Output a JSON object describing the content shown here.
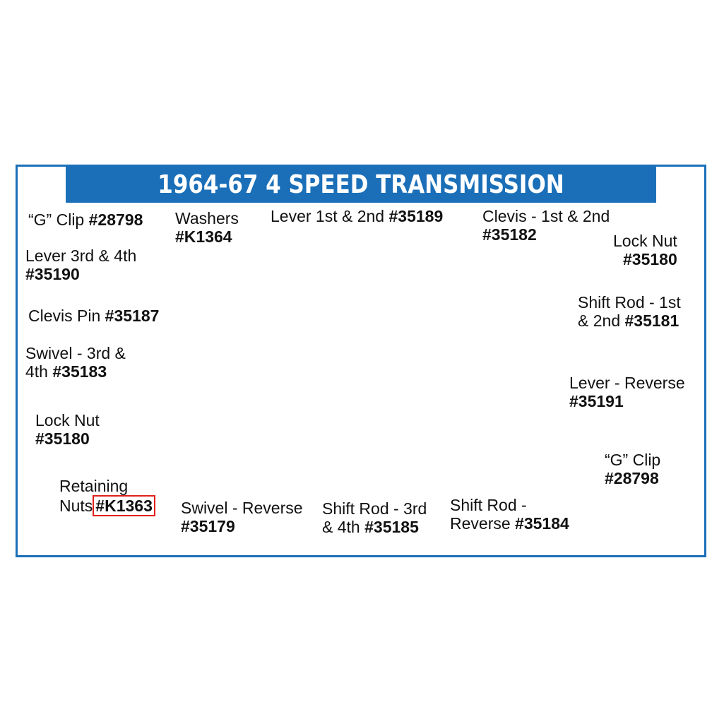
{
  "banner": {
    "title": "1964-67 4 SPEED TRANSMISSION"
  },
  "colors": {
    "accent": "#1a6fb8",
    "highlight": "#e0201b"
  },
  "labels": {
    "g_clip_top": {
      "text": "“G” Clip",
      "num": "#28798"
    },
    "washers": {
      "text": "Washers",
      "num": "#K1364"
    },
    "lever_1st_2nd": {
      "text": "Lever 1st & 2nd",
      "num": "#35189"
    },
    "clevis_1st_2nd": {
      "text": "Clevis - 1st & 2nd",
      "num": "#35182"
    },
    "lock_nut_top": {
      "text": "Lock Nut",
      "num": "#35180"
    },
    "lever_3rd_4th": {
      "text": "Lever 3rd & 4th",
      "num": "#35190"
    },
    "shift_rod_1st_2nd": {
      "line1": "Shift Rod - 1st",
      "line2": "& 2nd",
      "num": "#35181"
    },
    "clevis_pin": {
      "text": "Clevis Pin",
      "num": "#35187"
    },
    "swivel_3rd_4th": {
      "line1": "Swivel - 3rd &",
      "line2": "4th",
      "num": "#35183"
    },
    "lever_reverse": {
      "text": "Lever - Reverse",
      "num": "#35191"
    },
    "lock_nut_left": {
      "text": "Lock Nut",
      "num": "#35180"
    },
    "g_clip_right": {
      "text": "“G” Clip",
      "num": "#28798"
    },
    "retaining_nuts": {
      "line1": "Retaining",
      "line2": "Nuts",
      "num": "#K1363"
    },
    "swivel_reverse": {
      "text": "Swivel - Reverse",
      "num": "#35179"
    },
    "shift_rod_3rd_4th": {
      "line1": "Shift Rod - 3rd",
      "line2": "& 4th",
      "num": "#35185"
    },
    "shift_rod_reverse": {
      "line1": "Shift Rod -",
      "line2": "Reverse",
      "num": "#35184"
    }
  }
}
